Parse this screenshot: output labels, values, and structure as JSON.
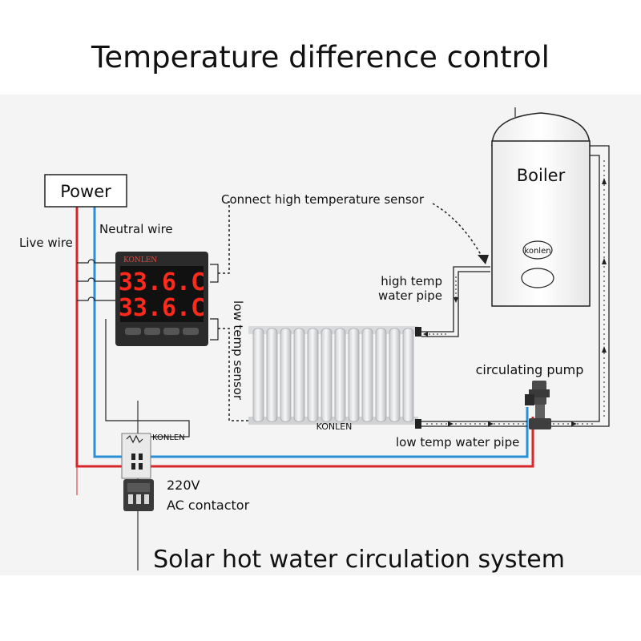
{
  "title": "Temperature difference control",
  "subtitle": "Solar hot water circulation system",
  "labels": {
    "power": "Power",
    "live_wire": "Live wire",
    "neutral_wire": "Neutral wire",
    "connect_high_sensor": "Connect high temperature sensor",
    "low_temp_sensor": "low temp sensor",
    "boiler": "Boiler",
    "high_temp_pipe_line1": "high temp",
    "high_temp_pipe_line2": "water pipe",
    "circulating_pump": "circulating pump",
    "low_temp_pipe": "low temp water pipe",
    "contactor_line1": "220V",
    "contactor_line2": "AC contactor"
  },
  "controller": {
    "brand": "KONLEN",
    "reading_top": "33.6.C",
    "reading_bottom": "33.6.C"
  },
  "brand_marks": {
    "boiler_badge": "konlen",
    "radiator": "KONLEN",
    "relay": "KONLEN"
  },
  "colors": {
    "live": "#d9262c",
    "neutral": "#2a8fd6",
    "wire": "#222222",
    "display_red": "#ff2a1c",
    "controller_body": "#2b2b2b"
  }
}
